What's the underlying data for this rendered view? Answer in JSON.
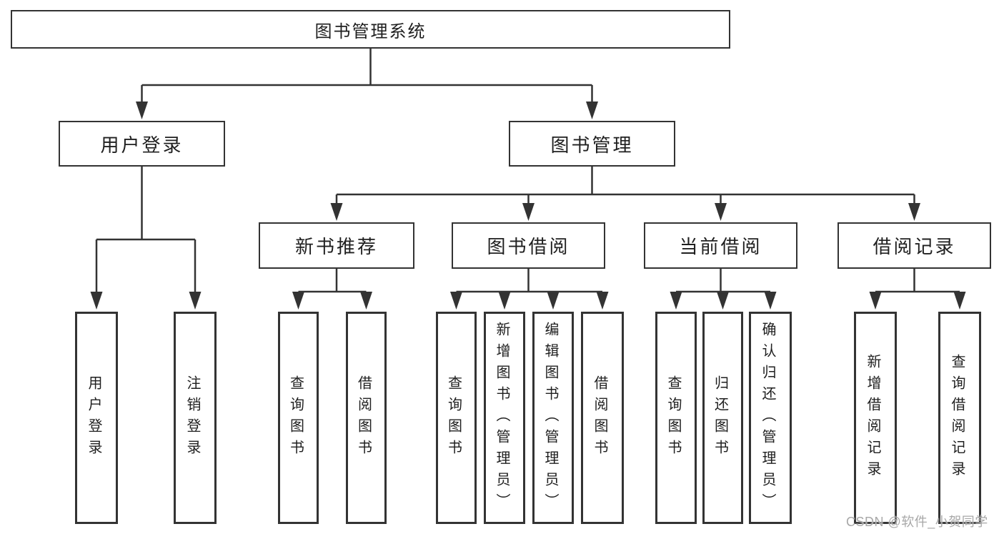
{
  "tree": {
    "label": "图书管理系统",
    "children": [
      {
        "label": "用户登录",
        "children": [
          {
            "label": "用户登录"
          },
          {
            "label": "注销登录"
          }
        ]
      },
      {
        "label": "图书管理",
        "children": [
          {
            "label": "新书推荐",
            "children": [
              {
                "label": "查询图书"
              },
              {
                "label": "借阅图书"
              }
            ]
          },
          {
            "label": "图书借阅",
            "children": [
              {
                "label": "查询图书"
              },
              {
                "label": "新增图书（管理员）"
              },
              {
                "label": "编辑图书（管理员）"
              },
              {
                "label": "借阅图书"
              }
            ]
          },
          {
            "label": "当前借阅",
            "children": [
              {
                "label": "查询图书"
              },
              {
                "label": "归还图书"
              },
              {
                "label": "确认归还（管理员）"
              }
            ]
          },
          {
            "label": "借阅记录",
            "children": [
              {
                "label": "新增借阅记录"
              },
              {
                "label": "查询借阅记录"
              }
            ]
          }
        ]
      }
    ]
  },
  "watermark": {
    "text": "CSDN @软件_小贺同学"
  },
  "colors": {
    "line": "#333333",
    "text": "#1f1f1f",
    "background": "#ffffff",
    "watermark": "#a8a8a8"
  }
}
